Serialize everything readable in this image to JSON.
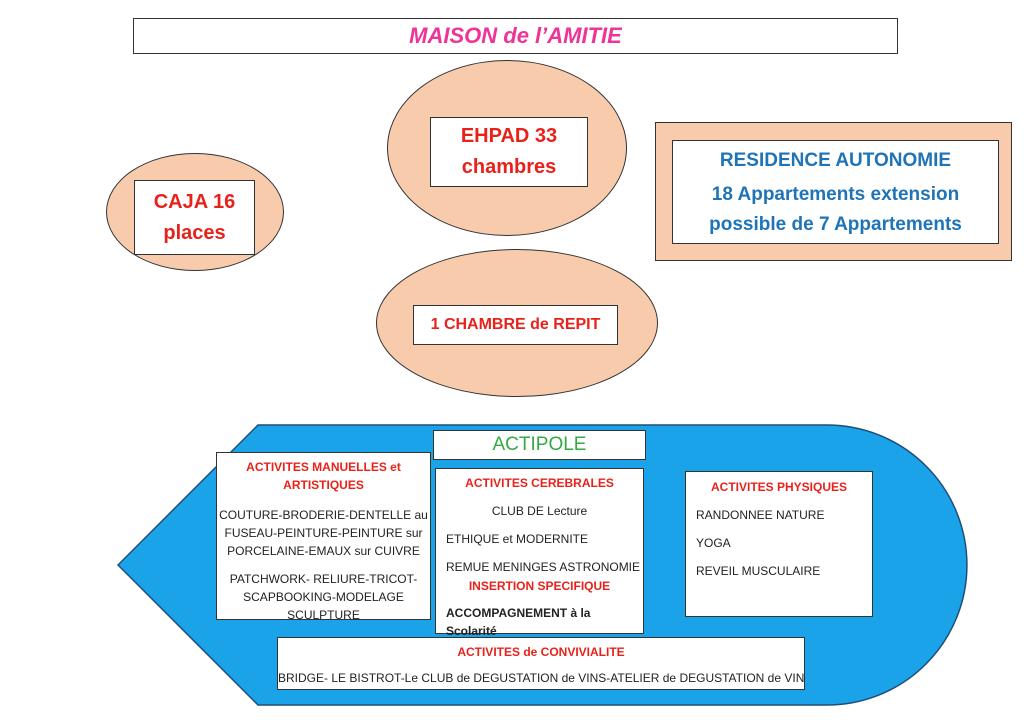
{
  "title": "MAISON de l’AMITIE",
  "ehpad": {
    "line1": "EHPAD 33",
    "line2": "chambres"
  },
  "caja": {
    "line1": "CAJA 16",
    "line2": "places"
  },
  "residence": {
    "heading": "RESIDENCE AUTONOMIE",
    "line1": "18 Appartements extension",
    "line2": "possible de 7 Appartements"
  },
  "repit": "1 CHAMBRE de REPIT",
  "actipole": "ACTIPOLE",
  "manuelles": {
    "heading1": "ACTIVITES MANUELLES et",
    "heading2": "ARTISTIQUES",
    "items": [
      "COUTURE-BRODERIE-DENTELLE au",
      "FUSEAU-PEINTURE-PEINTURE sur",
      "PORCELAINE-EMAUX sur CUIVRE",
      "PATCHWORK- RELIURE-TRICOT-",
      "SCAPBOOKING-MODELAGE",
      "SCULPTURE"
    ]
  },
  "cerebrales": {
    "heading": "ACTIVITES CEREBRALES",
    "items": [
      "CLUB DE Lecture",
      "ETHIQUE et MODERNITE",
      "REMUE MENINGES ASTRONOMIE"
    ],
    "insertion_heading": "INSERTION SPECIFIQUE",
    "insertion_item": "ACCOMPAGNEMENT à la Scolarité"
  },
  "physiques": {
    "heading": "ACTIVITES PHYSIQUES",
    "items": [
      "RANDONNEE NATURE",
      "YOGA",
      "REVEIL MUSCULAIRE"
    ]
  },
  "convivialite": {
    "heading": "ACTIVITES de CONVIVIALITE",
    "item": "BRIDGE- LE BISTROT-Le CLUB de DEGUSTATION de VINS-ATELIER de DEGUSTATION de VIN"
  },
  "colors": {
    "peach": "#f8cbad",
    "arrow_blue": "#1aa3e8",
    "title_pink": "#ee3399",
    "red": "#e8221b",
    "blue_text": "#1f74b8",
    "green": "#33aa44"
  }
}
